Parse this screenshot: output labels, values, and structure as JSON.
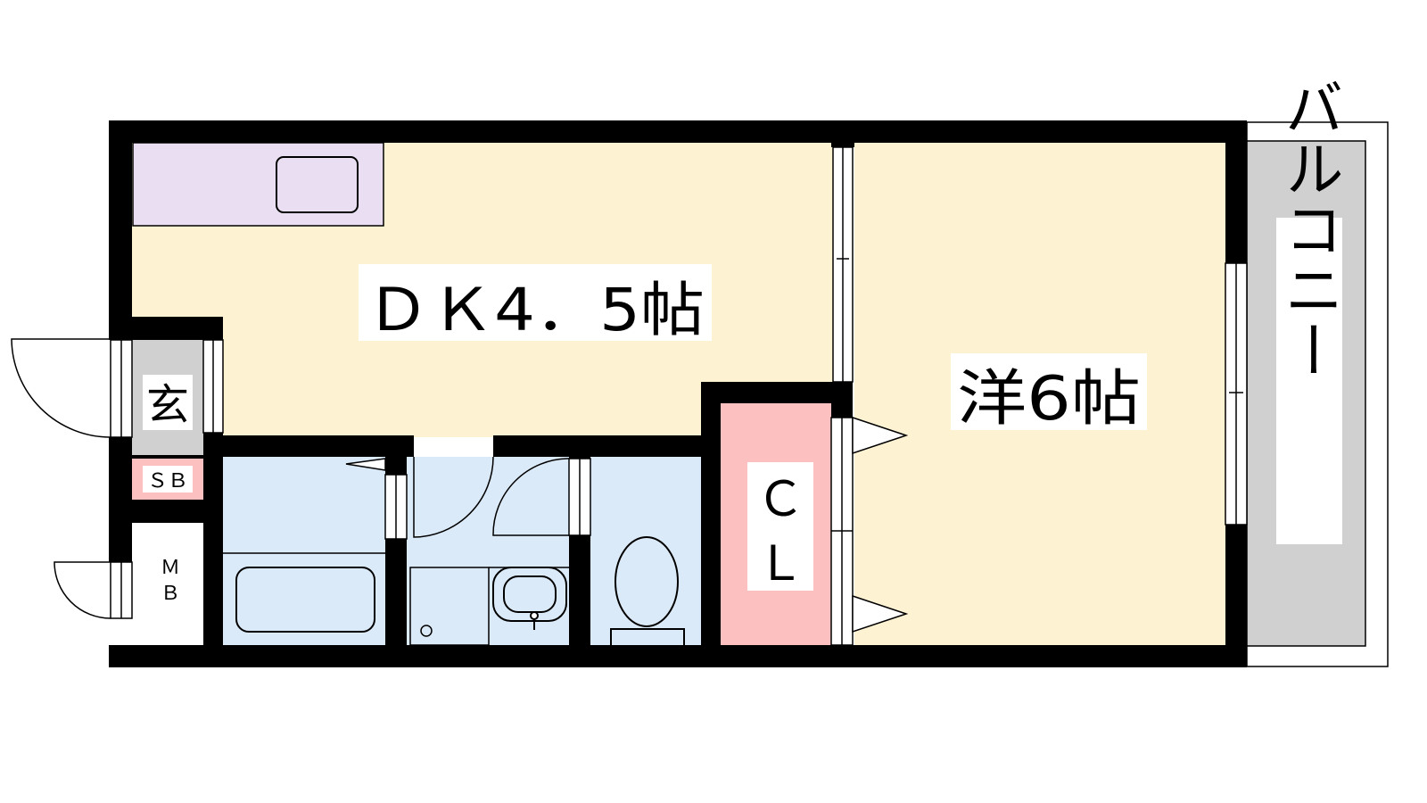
{
  "floorplan": {
    "rooms": {
      "dk": {
        "label": "ＤＫ4．5帖",
        "fill": "#fdf2d2"
      },
      "western": {
        "label": "洋6帖",
        "fill": "#fdf2d2"
      },
      "closet": {
        "label_top": "Ｃ",
        "label_bottom": "Ｌ",
        "fill": "#fcc0c0"
      },
      "entrance": {
        "label": "玄",
        "fill": "#d0d0d0"
      },
      "shoebox": {
        "label": "ＳＢ",
        "fill": "#fcc0c0"
      },
      "meterbox": {
        "label_top": "Ｍ",
        "label_bottom": "Ｂ"
      },
      "balcony": {
        "label": "バルコニー",
        "fill": "#d0d0d0"
      },
      "kitchen_counter": {
        "fill": "#eadff2"
      },
      "wet_area": {
        "fill": "#dbeaf8"
      }
    },
    "colors": {
      "wall": "#000000",
      "background": "#ffffff"
    }
  }
}
